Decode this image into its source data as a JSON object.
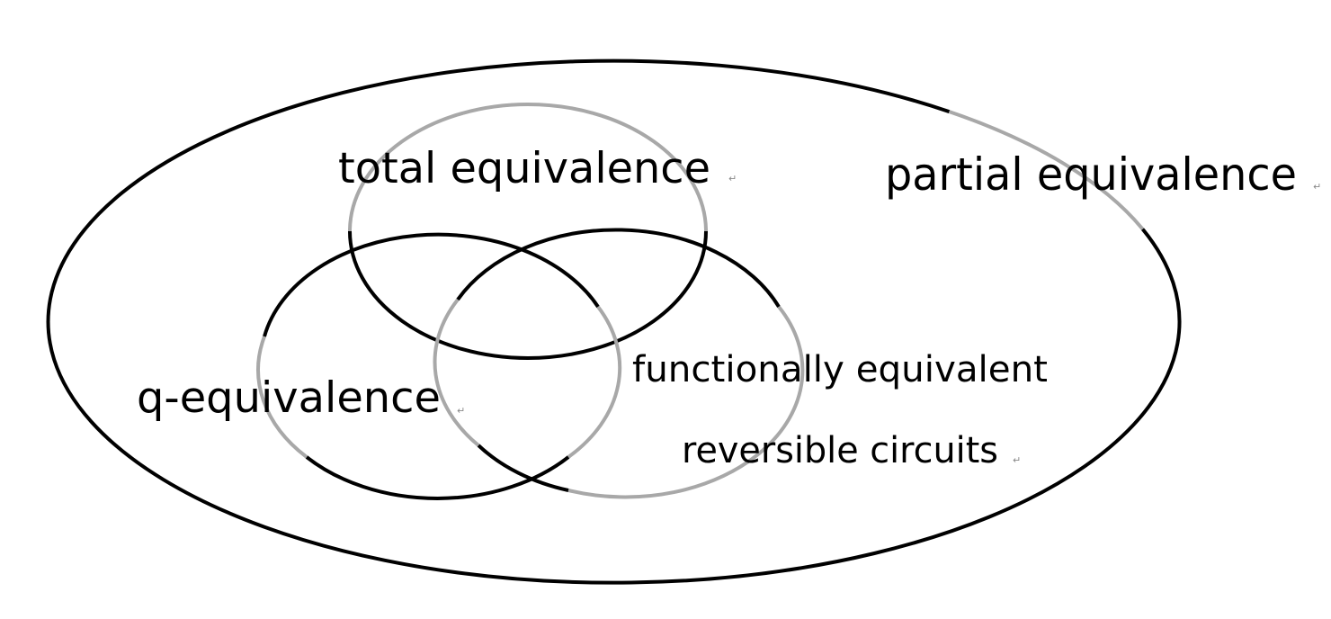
{
  "diagram": {
    "colors": {
      "black": "#000000",
      "gray": "#a8a8a8",
      "background": "#ffffff"
    },
    "labels": {
      "total_equivalence": "total equivalence",
      "partial_equivalence": "partial equivalence",
      "q_equivalence": "q-equivalence",
      "functionally_equivalent": "functionally equivalent",
      "reversible_circuits": "reversible circuits"
    },
    "paragraph_mark": "↵"
  }
}
